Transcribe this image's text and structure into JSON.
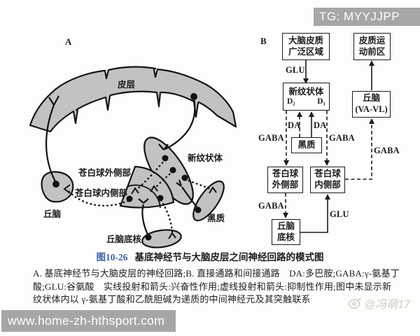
{
  "banners": {
    "top": "TG: MYYJJPP",
    "bottom": "www.home-zh-hthsport.com"
  },
  "watermark": {
    "text": "@冯萌17"
  },
  "panelA": {
    "label": "A",
    "cortex": "皮层",
    "neostriatum": "新纹状体",
    "gpe": "苍白球外侧部",
    "gpi": "苍白球内侧部",
    "thalamus": "丘脑",
    "nigra": "黑质",
    "stn": "丘脑底核"
  },
  "panelB": {
    "label": "B",
    "boxes": {
      "cortex_wide": {
        "lines": [
          "大脑皮质",
          "广泛区域"
        ]
      },
      "premotor": {
        "lines": [
          "皮质运",
          "动前区"
        ]
      },
      "neostriatum": {
        "title": "新纹状体",
        "d2": "D₂",
        "d1": "D₁"
      },
      "thalamus": {
        "lines": [
          "丘脑",
          "(VA-VL)"
        ]
      },
      "nigra": {
        "lines": [
          "黑质"
        ]
      },
      "gpe": {
        "lines": [
          "苍白球",
          "外侧部"
        ]
      },
      "gpi": {
        "lines": [
          "苍白球",
          "内侧部"
        ]
      },
      "stn": {
        "lines": [
          "丘脑",
          "底核"
        ]
      }
    },
    "edge_labels": {
      "glu_cortex_striatum": "GLU",
      "gaba_striatum_gpe": "GABA",
      "da_d2": "DA",
      "da_d1": "DA",
      "gaba_striatum_gpi": "GABA",
      "gaba_gpe_stn": "GABA",
      "glu_stn_gpi": "GLU",
      "gaba_gpi_thalamus": "GABA"
    }
  },
  "caption": {
    "fig_no": "图10-26",
    "title": "基底神经节与大脑皮层之间神经回路的模式图",
    "line1": "A. 基底神经节与大脑皮层的神经回路;B. 直接通路和间接通路　DA:多巴胺;GABA:γ-氨基丁",
    "line2": "酸;GLU:谷氨酸　实线投射和箭头:兴奋性作用;虚线投射和箭头:抑制性作用;图中未显示新",
    "line3": "纹状体内以 γ-氨基丁酸和乙酰胆碱为递质的中间神经元及其突触联系"
  },
  "colors": {
    "banner_gray": "#a6a6a6",
    "caption_blue": "#3d5fa8",
    "diagram_gray": "#c3c2c0"
  }
}
